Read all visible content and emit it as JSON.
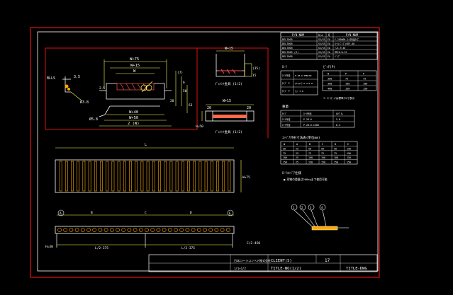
{
  "drawing": {
    "header_note": "",
    "section_view": {
      "dim_top_1": "W+75",
      "dim_top_2": "W+15",
      "dim_top_3": "W",
      "dim_bottom_1": "W+40",
      "dim_bottom_2": "W+50",
      "dim_bottom_3": "2 (W)",
      "left_callout": "BLLS",
      "left_small": "3.5",
      "left_phi": "Ø3.8",
      "mid_phi": "Ø5.8",
      "mid_val": "2.5",
      "right_vals": [
        "(7)",
        "6",
        "50",
        "28",
        "63"
      ]
    },
    "detail_a": {
      "dim": "W+15",
      "side_1": "(35)",
      "side_2": "15",
      "caption": "ｼﾞｮｲﾝﾄ金具 (1/2)"
    },
    "detail_b": {
      "dim": "W+15",
      "left": "20",
      "right": "20",
      "side": "H=50",
      "caption": "ｼﾞｮｲﾝﾄ金具 (1/2)"
    },
    "plan_view": {
      "dim_length": "L",
      "dim_side": "W+75"
    },
    "side_view": {
      "balloon_labels": [
        "A",
        "B",
        "C",
        "D",
        "E"
      ],
      "dim_left": "L/2-375",
      "dim_right": "L/2-375",
      "dim_end": "C/2-450",
      "dim_h": "H=30"
    },
    "end_view": {
      "balloon_labels": [
        "1",
        "2",
        "3",
        "4"
      ]
    },
    "tables": {
      "parts_header": [
        "P/N NUM",
        "M/A",
        "Q",
        "P/N NUM"
      ],
      "parts_rows": [
        [
          "DEL7005",
          "SS/SS",
          "EA",
          "F-250000",
          "ﾛｰﾗ外径ﾀｲﾌﾟ"
        ],
        [
          "DEL7005",
          "SS/SS",
          "EA",
          "ﾛｰﾗ(ﾊﾟｲﾌﾟ)KEY-40",
          ""
        ],
        [
          "DEL7005",
          "SS/SS",
          "EA",
          "TJC-9-40",
          ""
        ],
        [
          "DEL7005 (S)",
          "SS/SS",
          "EA",
          "MRC6-W-15",
          ""
        ],
        [
          "DEL7005",
          "SS/SS",
          "EA",
          "ﾊﾟｲﾌﾟ",
          ""
        ]
      ],
      "roller_title": "ﾛｰﾗ",
      "roller_rows": [
        [
          "ﾛｰﾗ外径",
          "P-28.6 KMR150"
        ],
        [
          "ﾀｲﾌﾟ P",
          "ｽﾁｰﾙﾛｰﾗ 0.3×1.8"
        ],
        [
          "ﾀｲﾌﾟ P",
          "ﾁｪﾝ 3.8"
        ]
      ],
      "pitch_title": "ﾋﾟｯﾁ(P)",
      "pitch_rows": [
        [
          "W",
          "P",
          "P"
        ],
        [
          "300",
          "75",
          "75"
        ],
        [
          "300",
          "100",
          "100"
        ],
        [
          "400",
          "150",
          "150"
        ]
      ],
      "pitch_note": "※ ﾛｰﾗﾋﾟｯﾁは標準ｸﾗｽで表示",
      "weight_title": "重量",
      "weight_rows": [
        [
          "ﾀｲﾌﾟ",
          "ﾛｰﾗ外径",
          "ｷﾛｸﾞﾗﾑ"
        ],
        [
          "ﾛｰﾗ外径",
          "P-28.6",
          "5.6"
        ],
        [
          "ﾛｰﾗ外径",
          "P-28.6-1500",
          "6.4"
        ]
      ],
      "dims_title": "ｺﾝﾍﾞｱ外形寸法表(単位mm)",
      "dims_header": [
        "W",
        "A",
        "B",
        "C",
        "D",
        "E"
      ],
      "dims_rows": [
        [
          "50",
          "25",
          "50",
          "50",
          "50",
          "150"
        ],
        [
          "75",
          "25",
          "75",
          "75",
          "75",
          "150"
        ],
        [
          "100",
          "25",
          "100",
          "100",
          "100",
          "150"
        ],
        [
          "150",
          "25",
          "150",
          "150",
          "150",
          "150"
        ]
      ],
      "note_title": "ﾛｰﾗｺﾝﾍﾞｱ仕様",
      "note_text": "■ 荷物の重量は200kgまで使用可能"
    },
    "title_block": {
      "company": "日本ローラコンベア株式会社",
      "client": "CLIENT(S)",
      "dwg_no_label": "TITLE-NO(1/2)",
      "dwg_title": "TITLE-DWG",
      "sheet": "17",
      "scale_note": "1/1+1/2"
    }
  }
}
